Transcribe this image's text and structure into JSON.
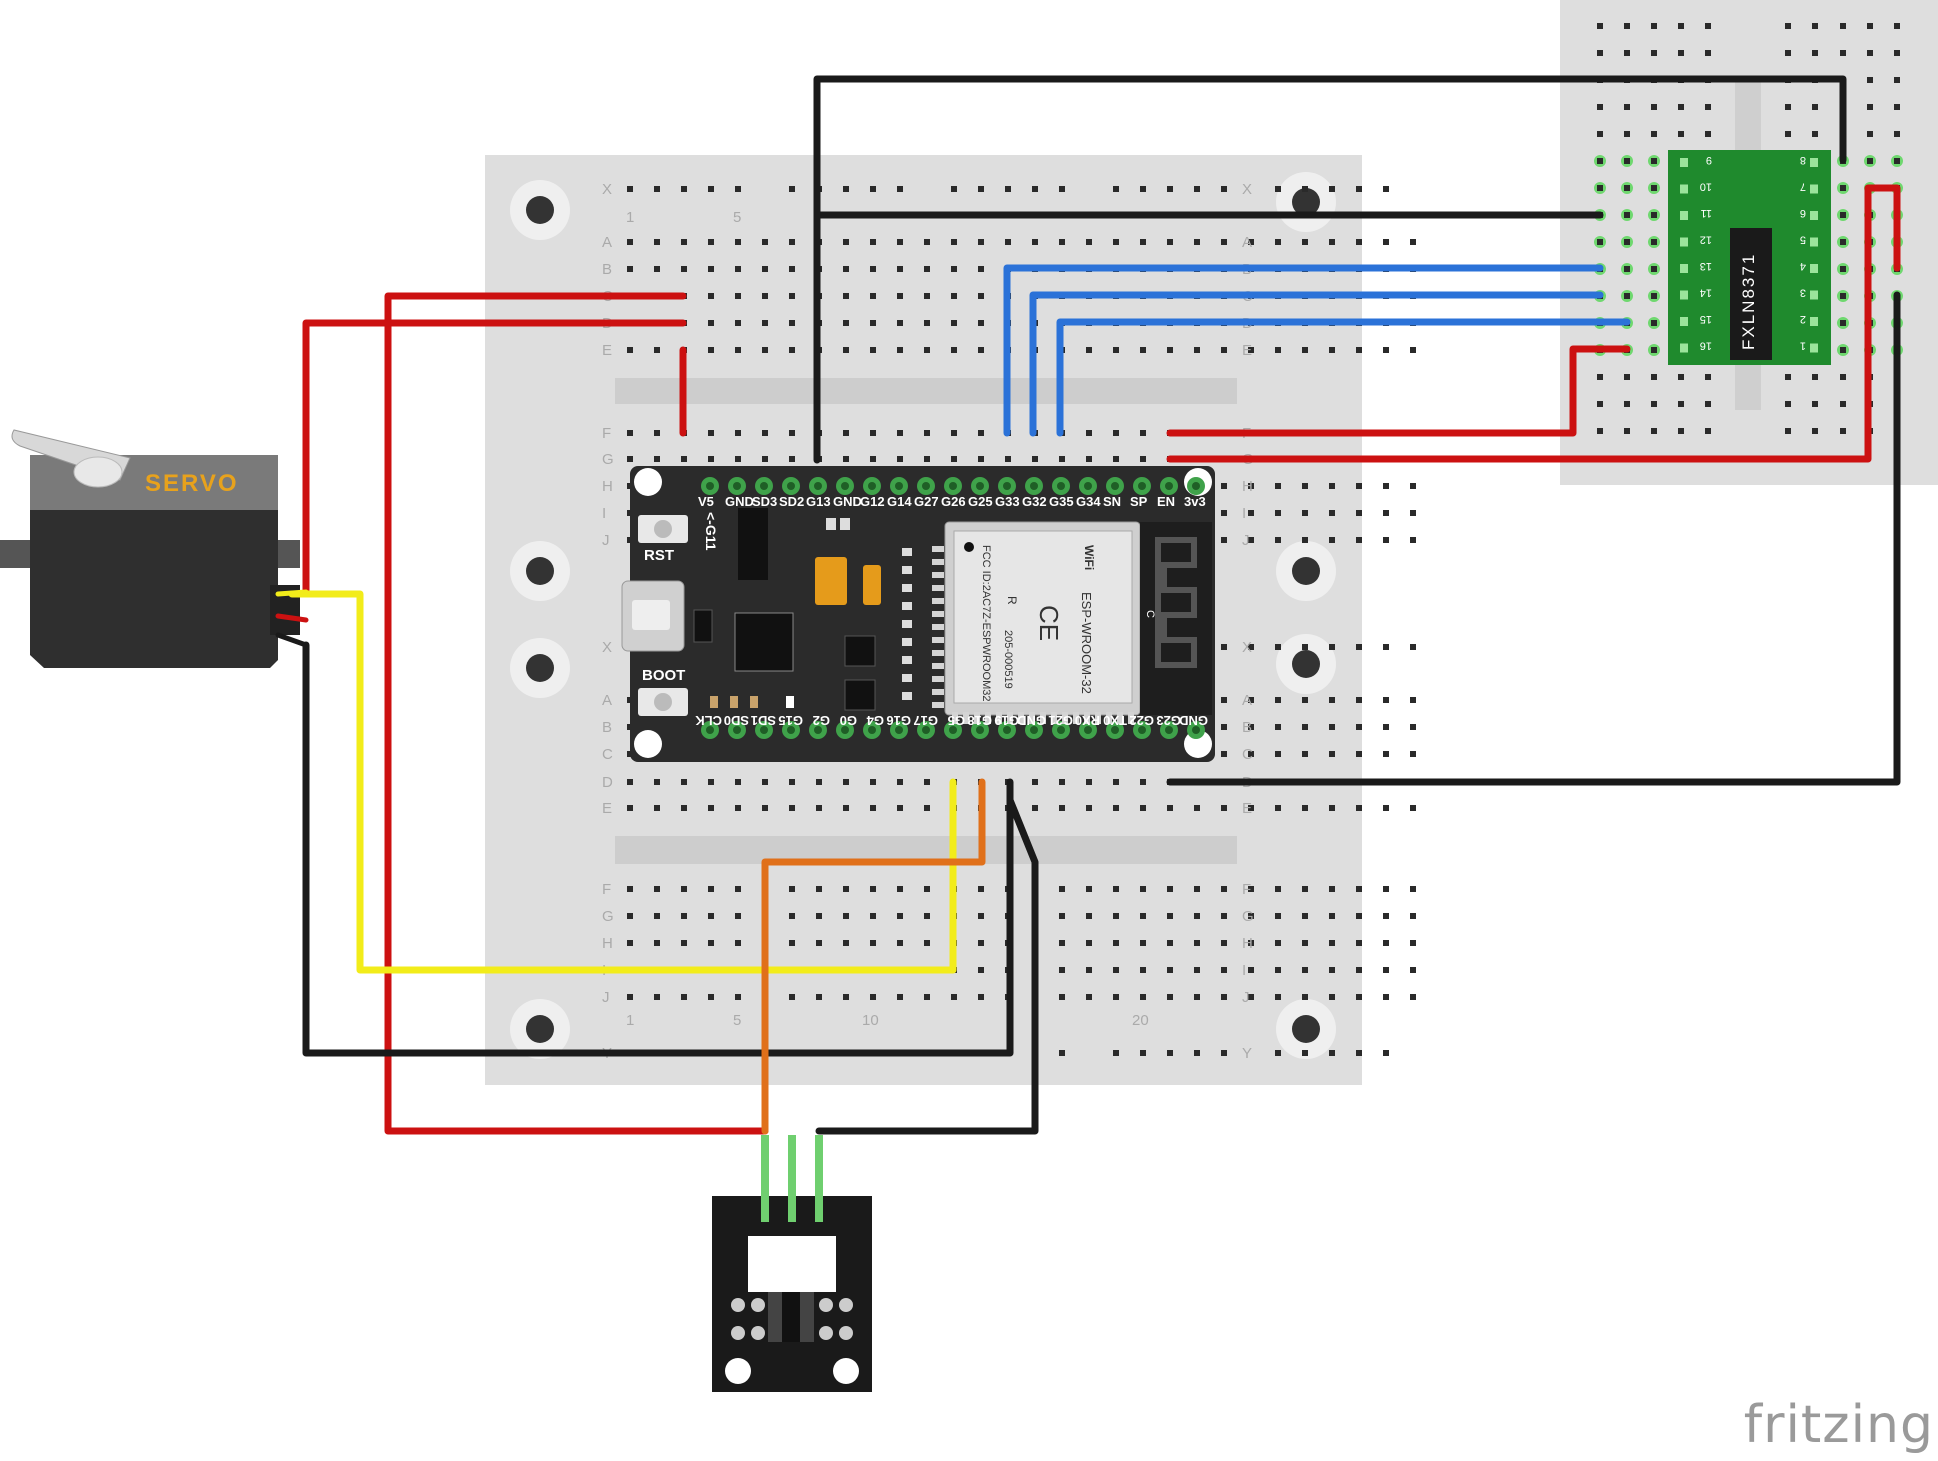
{
  "watermark": "fritzing",
  "breadboard": {
    "row_letters_top": [
      "X",
      "A",
      "B",
      "C",
      "D",
      "E"
    ],
    "row_letters_middle": [
      "F",
      "G",
      "H",
      "I",
      "J"
    ],
    "row_letters_bottom_top": [
      "X",
      "A",
      "B",
      "C",
      "D",
      "E"
    ],
    "row_letters_bottom": [
      "F",
      "G",
      "H",
      "I",
      "J",
      "Y"
    ],
    "column_numbers": [
      "1",
      "5",
      "10",
      "20"
    ]
  },
  "esp32": {
    "pins_top": [
      "V5",
      "GND",
      "SD3",
      "SD2",
      "G13",
      "GND",
      "G12",
      "G14",
      "G27",
      "G26",
      "G25",
      "G33",
      "G32",
      "G35",
      "G34",
      "SN",
      "SP",
      "EN",
      "3v3"
    ],
    "pins_bottom": [
      "CLK",
      "SD0",
      "SD1",
      "G15",
      "G2",
      "G0",
      "G4",
      "G16",
      "G17",
      "G5",
      "G18",
      "G19",
      "GND",
      "G21",
      "RX0",
      "TX0",
      "G22",
      "G23",
      "GND"
    ],
    "labels": {
      "rst": "RST",
      "boot": "BOOT",
      "g11": "<-G11"
    },
    "module": {
      "name": "ESP-WROOM-32",
      "fcc": "FCC ID:2AC7Z-ESPWROOM32",
      "cert": "205-000519",
      "wifi": "WiFi",
      "ce": "CE",
      "r": "R",
      "c": "C"
    }
  },
  "servo": {
    "label": "SERVO"
  },
  "sensor_chip": {
    "label": "FXLN8371",
    "pins_left": [
      "9",
      "10",
      "11",
      "12",
      "13",
      "14",
      "15",
      "16"
    ],
    "pins_right": [
      "8",
      "7",
      "6",
      "5",
      "4",
      "3",
      "2",
      "1"
    ]
  },
  "colors": {
    "red": "#cc1111",
    "black": "#1a1a1a",
    "blue": "#2b72d8",
    "yellow": "#f2ec1a",
    "orange": "#e0701a",
    "green": "#3cb34a",
    "board": "#dedede",
    "esp": "#2b2b2b"
  }
}
